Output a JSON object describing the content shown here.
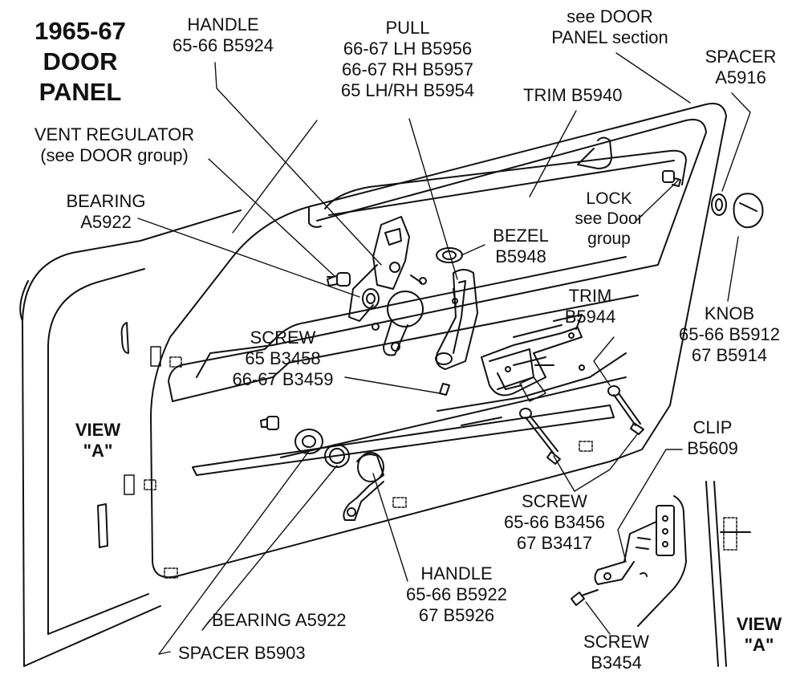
{
  "title": [
    "1965-67",
    "DOOR",
    "PANEL"
  ],
  "labels": {
    "handle_top": [
      "HANDLE",
      "65-66  B5924"
    ],
    "pull": [
      "PULL",
      "66-67 LH B5956",
      "66-67 RH B5957",
      "65 LH/RH B5954"
    ],
    "door_panel_ref": [
      "see DOOR",
      "PANEL section"
    ],
    "spacer_top": [
      "SPACER",
      "A5916"
    ],
    "trim_top": "TRIM B5940",
    "vent_regulator": [
      "VENT REGULATOR",
      "(see DOOR group)"
    ],
    "bearing_top": [
      "BEARING",
      "A5922"
    ],
    "lock": [
      "LOCK",
      "see Door",
      "group"
    ],
    "bezel": [
      "BEZEL",
      "B5948"
    ],
    "trim_mid": [
      "TRIM",
      "B5944"
    ],
    "knob": [
      "KNOB",
      "65-66 B5912",
      "67 B5914"
    ],
    "screw_mid": [
      "SCREW",
      "65 B3458",
      "66-67 B3459"
    ],
    "view_a_left": [
      "VIEW",
      "\"A\""
    ],
    "clip": [
      "CLIP",
      "B5609"
    ],
    "screw_lower": [
      "SCREW",
      "65-66 B3456",
      "67 B3417"
    ],
    "handle_bottom": [
      "HANDLE",
      "65-66  B5922",
      "67  B5926"
    ],
    "bearing_bottom": "BEARING A5922",
    "spacer_bottom": "SPACER B5903",
    "screw_clip": [
      "SCREW",
      "B3454"
    ],
    "view_a_right": [
      "VIEW",
      "\"A\""
    ]
  }
}
